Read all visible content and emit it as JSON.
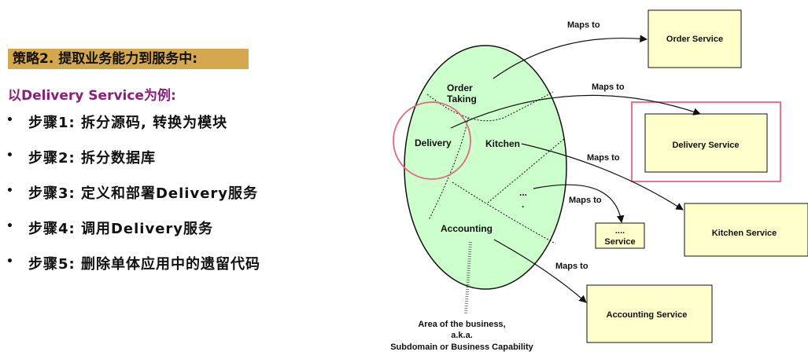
{
  "left_panel": {
    "heading": "策略2. 提取业务能力到服务中:",
    "subheading": "以Delivery Service为例:",
    "steps": [
      "步骤1: 拆分源码, 转换为模块",
      "步骤2: 拆分数据库",
      "步骤3: 定义和部署Delivery服务",
      "步骤4: 调用Delivery服务",
      "步骤5: 删除单体应用中的遗留代码"
    ]
  },
  "diagram": {
    "regions": {
      "order_taking_line1": "Order",
      "order_taking_line2": "Taking",
      "delivery": "Delivery",
      "kitchen": "Kitchen",
      "dots": "...",
      "dot": ".",
      "accounting": "Accounting"
    },
    "services": {
      "order": "Order Service",
      "delivery": "Delivery  Service",
      "kitchen": "Kitchen Service",
      "unknown_line1": "....",
      "unknown_line2": "Service",
      "accounting": "Accounting Service"
    },
    "arrow_label": "Maps to",
    "caption": {
      "line1": "Area of the business,",
      "line2": "a.k.a.",
      "line3": "Subdomain or Business Capability"
    },
    "colors": {
      "ellipse_fill": "#ccffcc",
      "box_fill": "#ffffcc",
      "highlight": "#e06a80"
    }
  }
}
